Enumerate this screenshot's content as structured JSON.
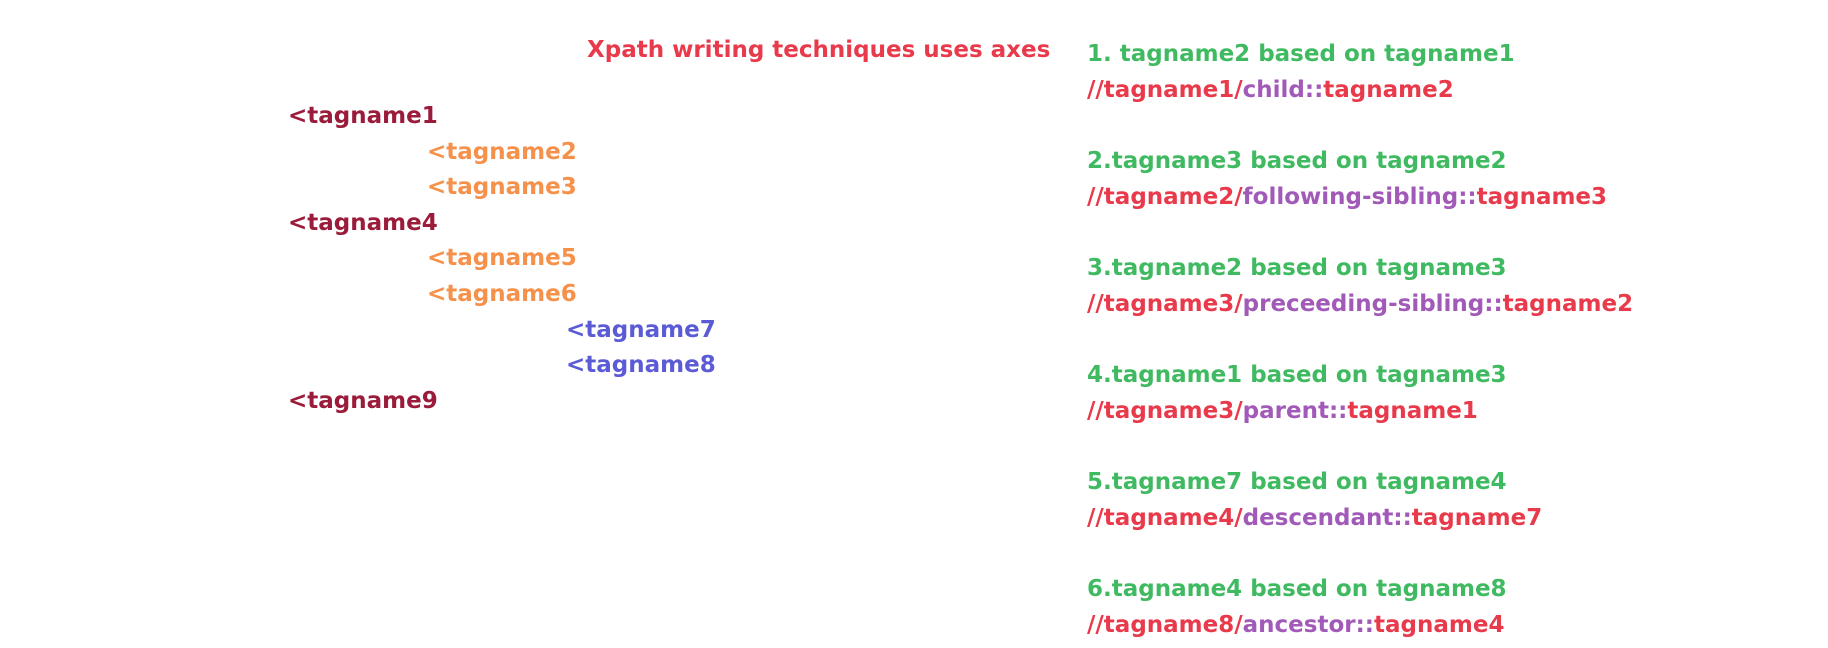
{
  "colors": {
    "title": "#e83a4b",
    "level1": "#9b1b3a",
    "level2": "#f5914a",
    "level3": "#5b5bd6",
    "example_title": "#3fba61",
    "code_path": "#e83a4b",
    "code_axis": "#a25ab8"
  },
  "title": "Xpath writing techniques uses axes",
  "tree": [
    {
      "text": "<tagname1",
      "level": 1
    },
    {
      "text": "<tagname2",
      "level": 2
    },
    {
      "text": "<tagname3",
      "level": 2
    },
    {
      "text": "<tagname4",
      "level": 1
    },
    {
      "text": "<tagname5",
      "level": 2
    },
    {
      "text": "<tagname6",
      "level": 2
    },
    {
      "text": "<tagname7",
      "level": 3
    },
    {
      "text": "<tagname8",
      "level": 3
    },
    {
      "text": "<tagname9",
      "level": 1
    }
  ],
  "examples": [
    {
      "title": "1. tagname2 based on tagname1",
      "path_start": "//tagname1/",
      "axis": "child::",
      "path_end": "tagname2"
    },
    {
      "title": "2.tagname3 based on tagname2",
      "path_start": "//tagname2/",
      "axis": "following-sibling::",
      "path_end": "tagname3"
    },
    {
      "title": "3.tagname2 based on tagname3",
      "path_start": "//tagname3/",
      "axis": "preceeding-sibling::",
      "path_end": "tagname2"
    },
    {
      "title": "4.tagname1 based on tagname3",
      "path_start": "//tagname3/",
      "axis": "parent::",
      "path_end": "tagname1"
    },
    {
      "title": "5.tagname7 based on tagname4",
      "path_start": "//tagname4/",
      "axis": "descendant::",
      "path_end": "tagname7"
    },
    {
      "title": "6.tagname4 based on tagname8",
      "path_start": "//tagname8/",
      "axis": "ancestor::",
      "path_end": "tagname4"
    }
  ]
}
